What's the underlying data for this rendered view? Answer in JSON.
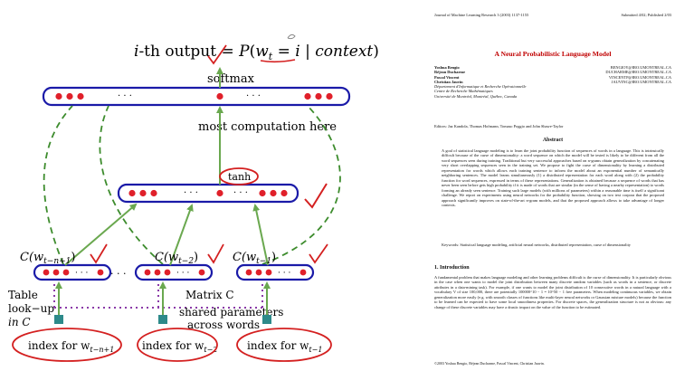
{
  "diagram": {
    "output_label": "i-th output = P(w_t = i | context)",
    "output_parts": {
      "prefix": "i",
      "mid": "-th output = ",
      "P": "P",
      "open": "(",
      "w": "w",
      "t": "t",
      "eq": " = ",
      "i": "i",
      "bar": " | ",
      "context": "context",
      "close": ")"
    },
    "softmax_label": "softmax",
    "most_comp_label": "most computation here",
    "tanh_label": "tanh",
    "c_labels": [
      {
        "pre": "C(w",
        "sub": "t−n+1",
        "post": ")"
      },
      {
        "pre": "C(w",
        "sub": "t−2",
        "post": ")"
      },
      {
        "pre": "C(w",
        "sub": "t−1",
        "post": ")"
      }
    ],
    "dots": "· · ·",
    "left_note": [
      "Table",
      "look−up",
      "in C"
    ],
    "matrix_label": "Matrix C",
    "shared_label": [
      "shared parameters",
      "across words"
    ],
    "index_labels": [
      {
        "pre": "index for w",
        "sub": "t−n+1"
      },
      {
        "pre": "index for w",
        "sub": "t−2"
      },
      {
        "pre": "index for w",
        "sub": "t−1"
      }
    ],
    "colors": {
      "layer_border": "#1a1aa8",
      "unit": "#e0202a",
      "arrow": "#6aa84f",
      "dashed": "#3d8c2d",
      "dotted": "#8a3aa8",
      "index_box": "#2d8a8a",
      "ink": "#d42020"
    }
  },
  "paper": {
    "journal": "Journal of Machine Learning Research 3 (2003) 1137-1155",
    "submitted": "Submitted 4/02; Published 2/03",
    "title": "A Neural Probabilistic Language Model",
    "authors": [
      {
        "name": "Yoshua Bengio",
        "email": "BENGIOY@IRO.UMONTREAL.CA"
      },
      {
        "name": "Réjean Ducharme",
        "email": "DUCHARME@IRO.UMONTREAL.CA"
      },
      {
        "name": "Pascal Vincent",
        "email": "VINCENTP@IRO.UMONTREAL.CA"
      },
      {
        "name": "Christian Jauvin",
        "email": "JAUVINC@IRO.UMONTREAL.CA"
      }
    ],
    "affiliation": [
      "Département d'Informatique et Recherche Opérationnelle",
      "Centre de Recherche Mathématiques",
      "Université de Montréal, Montréal, Québec, Canada"
    ],
    "editors": "Editors: Jaz Kandola, Thomas Hofmann, Tomaso Poggio and John Shawe-Taylor",
    "abstract_title": "Abstract",
    "abstract": "A goal of statistical language modeling is to learn the joint probability function of sequences of words in a language. This is intrinsically difficult because of the curse of dimensionality: a word sequence on which the model will be tested is likely to be different from all the word sequences seen during training. Traditional but very successful approaches based on n-grams obtain generalization by concatenating very short overlapping sequences seen in the training set. We propose to fight the curse of dimensionality by learning a distributed representation for words which allows each training sentence to inform the model about an exponential number of semantically neighboring sentences. The model learns simultaneously (1) a distributed representation for each word along with (2) the probability function for word sequences, expressed in terms of these representations. Generalization is obtained because a sequence of words that has never been seen before gets high probability if it is made of words that are similar (in the sense of having a nearby representation) to words forming an already seen sentence. Training such large models (with millions of parameters) within a reasonable time is itself a significant challenge. We report on experiments using neural networks for the probability function, showing on two text corpora that the proposed approach significantly improves on state-of-the-art n-gram models, and that the proposed approach allows to take advantage of longer contexts.",
    "keywords": "Keywords: Statistical language modeling, artificial neural networks, distributed representation, curse of dimensionality",
    "section": "1. Introduction",
    "intro": "A fundamental problem that makes language modeling and other learning problems difficult is the curse of dimensionality. It is particularly obvious in the case when one wants to model the joint distribution between many discrete random variables (such as words in a sentence, or discrete attributes in a data-mining task). For example, if one wants to model the joint distribution of 10 consecutive words in a natural language with a vocabulary V of size 100,000, there are potentially 100000^10 − 1 = 10^50 − 1 free parameters. When modeling continuous variables, we obtain generalization more easily (e.g. with smooth classes of functions like multi-layer neural networks or Gaussian mixture models) because the function to be learned can be expected to have some local smoothness properties. For discrete spaces, the generalization structure is not as obvious: any change of these discrete variables may have a drastic impact on the value of the function to be estimated.",
    "footer": "©2003 Yoshua Bengio, Réjean Ducharme, Pascal Vincent, Christian Jauvin."
  }
}
